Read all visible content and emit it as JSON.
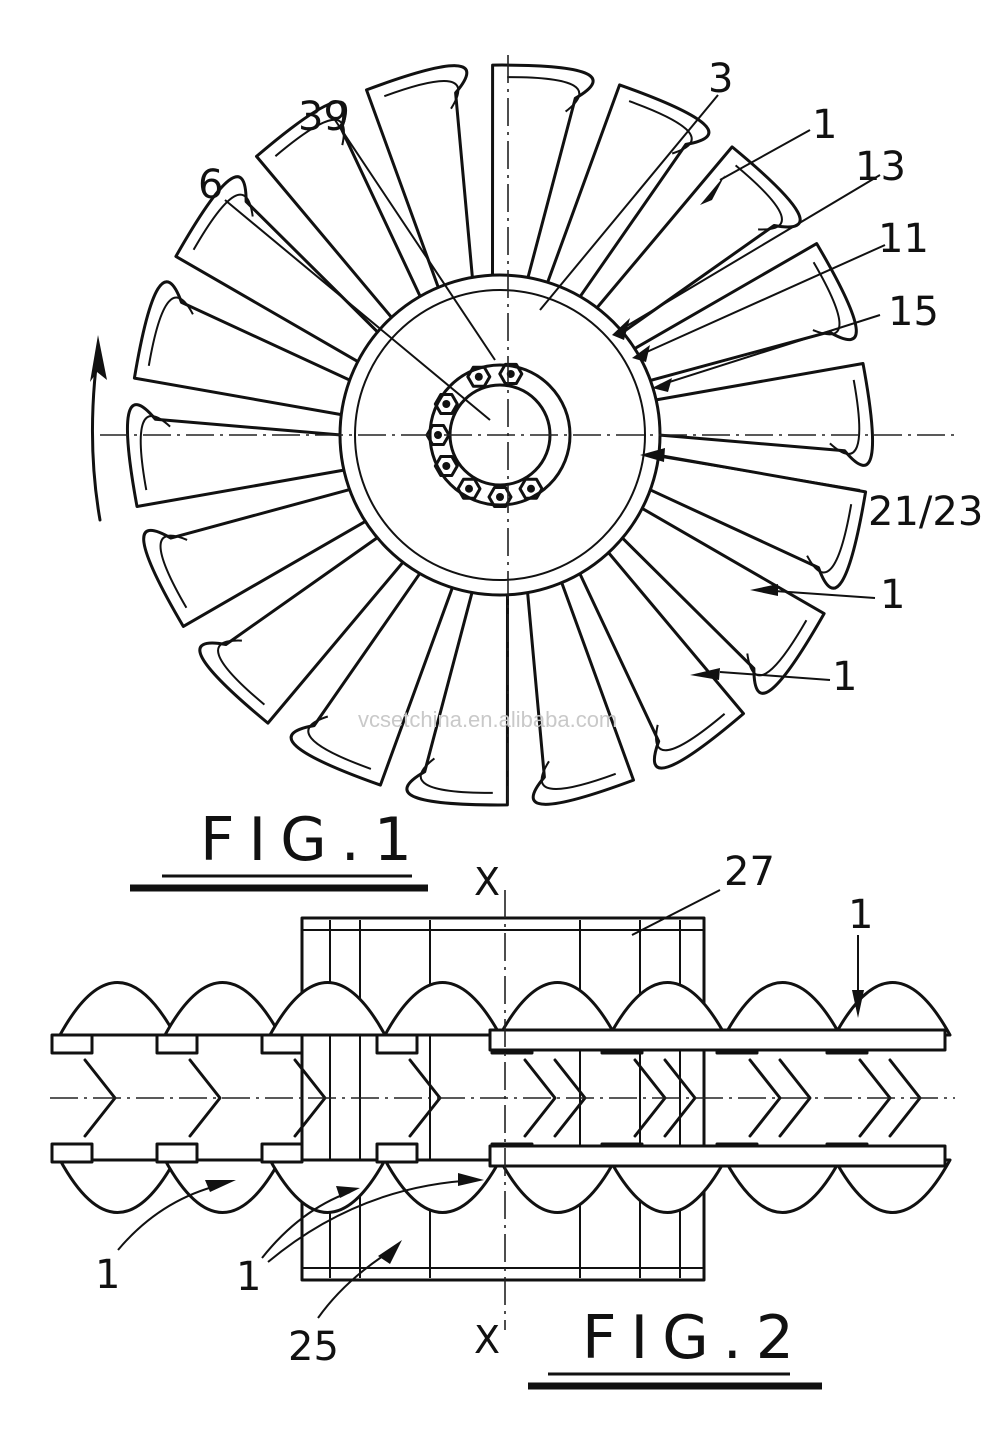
{
  "fig1": {
    "caption": "FIG.1",
    "labels": {
      "l3": "3",
      "l39": "39",
      "l6": "6",
      "l1_top": "1",
      "l13": "13",
      "l11": "11",
      "l15": "15",
      "l21_23": "21/23",
      "l1_right_a": "1",
      "l1_right_b": "1"
    }
  },
  "fig2": {
    "caption": "FIG.2",
    "labels": {
      "x_top": "X",
      "x_bottom": "X",
      "l27": "27",
      "l1_top": "1",
      "l1_left": "1",
      "l1_mid": "1",
      "l25": "25"
    }
  },
  "watermark": "vcsetchina.en.alibaba.com"
}
